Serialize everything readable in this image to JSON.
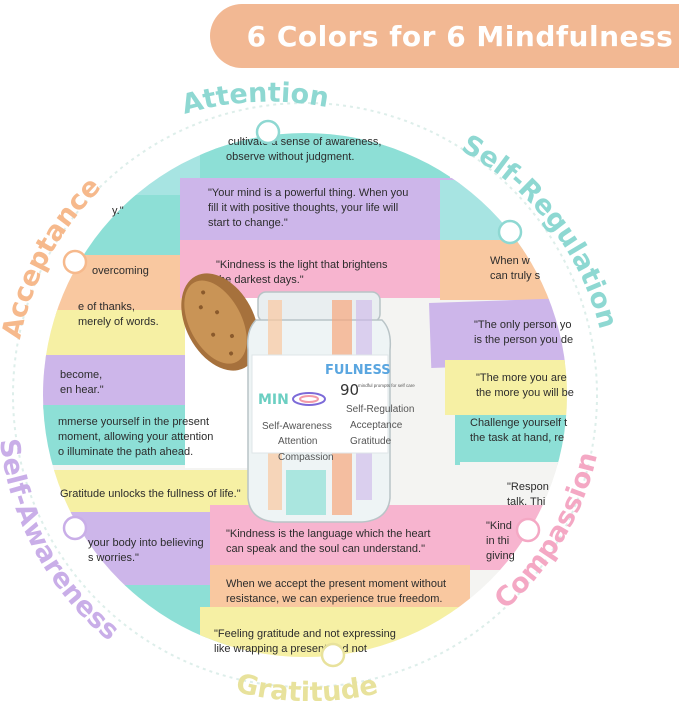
{
  "banner": {
    "text": "6 Colors for 6 Mindfulness",
    "color": "#f2b893"
  },
  "colors": {
    "pink": "#f7b4cf",
    "teal": "#8ddfd6",
    "purple": "#cdb6ea",
    "orange": "#f9c8a0",
    "yellow": "#f6f0a4",
    "mint": "#a7e4e2"
  },
  "labels": {
    "attention": {
      "text": "Attention",
      "color": "#8ed8d2"
    },
    "self_regulation": {
      "text": "Self-Regulation",
      "color": "#8ed8d2"
    },
    "acceptance": {
      "text": "Acceptance",
      "color": "#f6b98c"
    },
    "self_awareness": {
      "text": "Self-Awareness",
      "color": "#c9aee8"
    },
    "compassion": {
      "text": "Compassion",
      "color": "#f4a8c4"
    },
    "gratitude": {
      "text": "Gratitude",
      "color": "#e8e29c"
    }
  },
  "cards": {
    "c1a": "cultivate a sense of awareness,",
    "c1b": "observe without judgment.",
    "c2a": "\"Your mind is a powerful thing. When you",
    "c2b": "fill it with positive thoughts, your life will",
    "c2c": "start to change.\"",
    "c3": "y.\"",
    "c4a": "\"Kindness is the light that brightens",
    "c4b": "the darkest days.\"",
    "c5": "overcoming",
    "c6a": "e of thanks,",
    "c6b": "merely of words.",
    "c7a": "become,",
    "c7b": "en hear.\"",
    "c8a": "mmerse yourself in the present",
    "c8b": "moment, allowing your attention",
    "c8c": "o illuminate the path ahead.",
    "c9": "Gratitude unlocks the fullness of life.\"",
    "c10a": "your body into believing",
    "c10b": "s worries.\"",
    "c11a": "\"Kindness is the language which the heart",
    "c11b": "can speak and the soul can understand.\"",
    "c12a": "When we accept the present moment without",
    "c12b": "resistance, we can experience true freedom.",
    "c13a": "\"Feeling gratitude and not expressing",
    "c13b": "like wrapping a present and not",
    "r1a": "When w",
    "r1b": "can truly s",
    "r2a": "\"The only person yo",
    "r2b": "is the person you de",
    "r3a": "\"The more you are",
    "r3b": "the more you will be",
    "r4a": "Challenge yourself t",
    "r4b": "the task at hand, re",
    "r5a": "\"Respon",
    "r5b": "talk. Thi",
    "r6a": "\"Kind",
    "r6b": "in thi",
    "r6c": "giving"
  },
  "jar": {
    "logo_left": "MIN",
    "logo_right": "FULNESS",
    "count": "90",
    "count_sub": "mindful prompts for self care",
    "items_left": [
      "Self-Awareness",
      "Attention",
      "Compassion"
    ],
    "items_right": [
      "Self-Regulation",
      "Acceptance",
      "Gratitude"
    ]
  }
}
